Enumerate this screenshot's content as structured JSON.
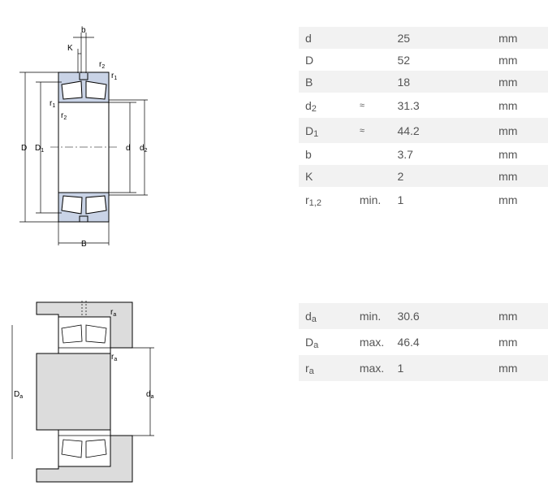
{
  "diagram_top": {
    "labels": {
      "b": "b",
      "K": "K",
      "r2_top": "r",
      "r2_top_sub": "2",
      "r1_top": "r",
      "r1_top_sub": "1",
      "r1_left": "r",
      "r1_left_sub": "1",
      "r2_left": "r",
      "r2_left_sub": "2",
      "D": "D",
      "D1": "D",
      "D1_sub": "1",
      "d": "d",
      "d2": "d",
      "d2_sub": "2",
      "B": "B"
    }
  },
  "diagram_bottom": {
    "labels": {
      "ra_top": "r",
      "ra_top_sub": "a",
      "ra_mid": "r",
      "ra_mid_sub": "a",
      "Da": "D",
      "Da_sub": "a",
      "da": "d",
      "da_sub": "a"
    }
  },
  "specs_top": [
    {
      "sym": "d",
      "sub": "",
      "qual": "",
      "val": "25",
      "unit": "mm"
    },
    {
      "sym": "D",
      "sub": "",
      "qual": "",
      "val": "52",
      "unit": "mm"
    },
    {
      "sym": "B",
      "sub": "",
      "qual": "",
      "val": "18",
      "unit": "mm"
    },
    {
      "sym": "d",
      "sub": "2",
      "qual": "≈",
      "val": "31.3",
      "unit": "mm"
    },
    {
      "sym": "D",
      "sub": "1",
      "qual": "≈",
      "val": "44.2",
      "unit": "mm"
    },
    {
      "sym": "b",
      "sub": "",
      "qual": "",
      "val": "3.7",
      "unit": "mm"
    },
    {
      "sym": "K",
      "sub": "",
      "qual": "",
      "val": "2",
      "unit": "mm"
    },
    {
      "sym": "r",
      "sub": "1,2",
      "qual": "min.",
      "val": "1",
      "unit": "mm"
    }
  ],
  "specs_bottom": [
    {
      "sym": "d",
      "sub": "a",
      "qual": "min.",
      "val": "30.6",
      "unit": "mm"
    },
    {
      "sym": "D",
      "sub": "a",
      "qual": "max.",
      "val": "46.4",
      "unit": "mm"
    },
    {
      "sym": "r",
      "sub": "a",
      "qual": "max.",
      "val": "1",
      "unit": "mm"
    }
  ],
  "colors": {
    "ring_fill": "#c9d3e6",
    "housing_fill": "#dcdcdc",
    "row_alt": "#f2f2f2",
    "text": "#555555"
  }
}
